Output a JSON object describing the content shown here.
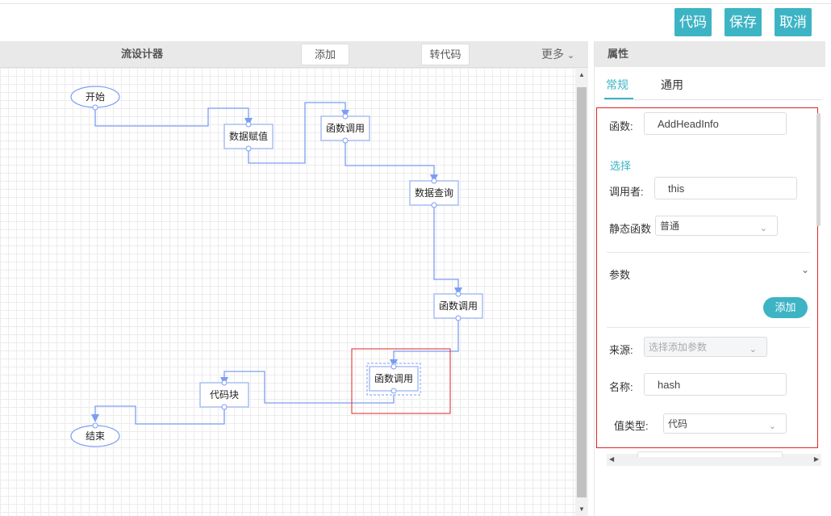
{
  "header": {
    "code_label": "代码",
    "save_label": "保存",
    "cancel_label": "取消"
  },
  "designer": {
    "title": "流设计器",
    "add_label": "添加",
    "to_code_label": "转代码",
    "more_label": "更多",
    "nodes": {
      "start": "开始",
      "assign": "数据赋值",
      "call1": "函数调用",
      "query": "数据查询",
      "call2": "函数调用",
      "call3": "函数调用",
      "codeblock": "代码块",
      "end": "结束"
    }
  },
  "panel": {
    "title": "属性",
    "tabs": [
      "常规",
      "通用"
    ],
    "function_label": "函数:",
    "function_value": "AddHeadInfo",
    "select_link": "选择",
    "caller_label": "调用者:",
    "caller_value": "this",
    "static_label": "静态函数",
    "static_value": "普通",
    "params_label": "参数",
    "add_label": "添加",
    "source_label": "来源:",
    "source_placeholder": "选择添加参数",
    "name_label": "名称:",
    "name_value": "hash",
    "valuetype_label": "值类型:",
    "valuetype_value": "代码"
  },
  "colors": {
    "accent": "#3cb4c4",
    "edge": "#7b9ef3",
    "highlight": "#e02424"
  }
}
